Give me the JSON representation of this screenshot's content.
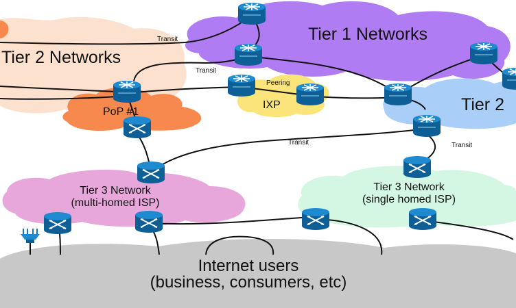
{
  "colors": {
    "tier1": "#b07cf4",
    "tier2_left": "#fde1cf",
    "tier2_right": "#a9cef7",
    "pop": "#f8894e",
    "ixp": "#fbe57a",
    "tier3_left": "#e7a7da",
    "tier3_right": "#d3f7e3",
    "users": "#c8c8c8",
    "device": "#1676b6"
  },
  "clouds": {
    "tier1_label": "Tier 1 Networks",
    "tier2_left_label": "Tier 2 Networks",
    "tier2_right_label": "Tier 2",
    "pop_label": "PoP #1",
    "ixp_label": "IXP",
    "tier3_left_label_1": "Tier 3 Network",
    "tier3_left_label_2": "(multi-homed ISP)",
    "tier3_right_label_1": "Tier 3 Network",
    "tier3_right_label_2": "(single homed ISP)",
    "users_label_1": "Internet users",
    "users_label_2": "(business, consumers, etc)"
  },
  "links": {
    "transit_1": "Transit",
    "transit_2": "Transit",
    "transit_3": "Transit",
    "transit_4": "Transit",
    "peering": "Peering"
  },
  "icons": {
    "router": "router-icon",
    "switch": "switch-icon",
    "access_point": "wireless-access-point-icon"
  }
}
